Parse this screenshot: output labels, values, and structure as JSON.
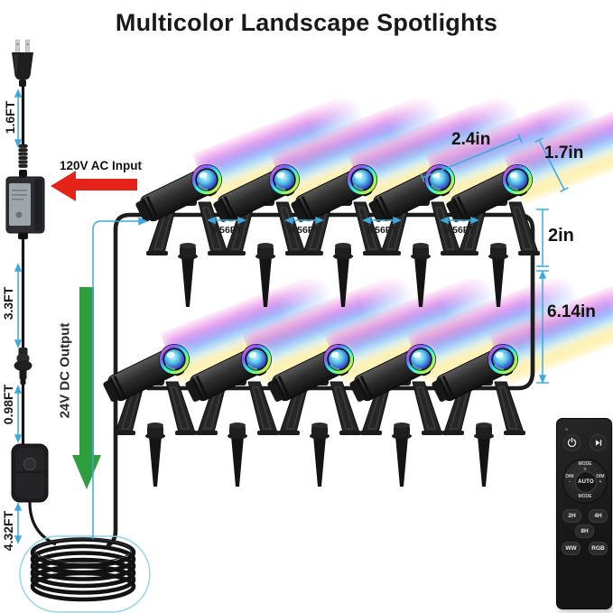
{
  "title": "Multicolor Landscape Spotlights",
  "power": {
    "ac_input_label": "120V AC Input",
    "dc_output_label": "24V DC Output",
    "cable_segments": {
      "plug_to_adapter": "1.6FT",
      "adapter_to_connector": "3.3FT",
      "connector_to_switch": "0.98FT",
      "switch_to_coil": "4.32FT"
    }
  },
  "dimensions": {
    "light_spacing": "6.56FT",
    "body_length": "2.4in",
    "head_diameter": "1.7in",
    "mount_height": "2in",
    "stake_height": "6.14in"
  },
  "lights": {
    "count": 10,
    "rows": 2,
    "per_row": 5
  },
  "remote": {
    "icons": [
      "power-icon",
      "play-icon"
    ],
    "dpad": {
      "center": "AUTO",
      "top": "MODE",
      "top_sign": "+",
      "right": "DIM",
      "right_sign": "+",
      "bottom": "MODE",
      "bottom_sign": "-",
      "left": "DIM",
      "left_sign": "-"
    },
    "timer_buttons": [
      "2H",
      "4H",
      "8H"
    ],
    "mode_buttons": [
      "WW",
      "RGB"
    ]
  },
  "colors": {
    "measure_blue": "#3fa8da",
    "arrow_red": "#e62319",
    "arrow_green": "#2f9e3d"
  }
}
